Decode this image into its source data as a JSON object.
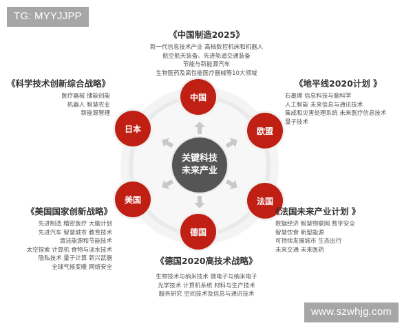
{
  "watermarks": {
    "top_left": "TG: MYYJJPP",
    "bottom_right": "www.szwhjg.com"
  },
  "colors": {
    "node_red": "#c01f14",
    "hub_gray": "#555555",
    "arrow_gray": "#c8c8c8",
    "ring_light": "#f4f4f4"
  },
  "hub": {
    "line1": "关键科技",
    "line2": "未来产业"
  },
  "nodes": {
    "china": "中国",
    "japan": "日本",
    "eu": "欧盟",
    "usa": "美国",
    "france": "法国",
    "germany": "德国"
  },
  "blocks": {
    "china": {
      "title": "《中国制造2025》",
      "lines": [
        "新一代信息技术产业  高档数控机床和机器人",
        "航空航天装备、先进轨道交通装备",
        "节能与新能源汽车",
        "生物医药及高性能医疗器械等10大领域"
      ]
    },
    "japan": {
      "title": "《科学技术创新综合战略》",
      "lines": [
        "医疗器械 储能创能",
        "机器人 智慧农业",
        "新能源管理"
      ]
    },
    "eu": {
      "title": "《地平线2020计划 》",
      "lines": [
        "石墨烯  信息科技与脑科学",
        "人工智能  未来信息与通讯技术",
        "集成和灾害处理系统  未来医疗信息技术",
        "量子技术"
      ]
    },
    "usa": {
      "title": "《美国国家创新战略》",
      "lines": [
        "先进制造 精密医疗 大脑计划",
        "先进汽车 智慧城市 教育技术",
        "清洁能源和节能技术",
        "太空探索 计算机 食物与淡水技术",
        "隐私技术 量子计算 新兴武器",
        "全球气候变暖 网络安全"
      ]
    },
    "france": {
      "title": "《法国未来产业计划 》",
      "lines": [
        "数据经济 智慧物联网 数字安全",
        "智慧饮食 新型能源",
        "可持续发展城市 生态出行",
        "未来交通 未来医药"
      ]
    },
    "germany": {
      "title": "《德国2020高技术战略》",
      "lines": [
        "生物技术与纳米技术 微电子与纳米电子",
        "光学技术 计算机系统 材料与生产技术",
        "服务研究 空间技术及信息与通讯技术"
      ]
    }
  }
}
